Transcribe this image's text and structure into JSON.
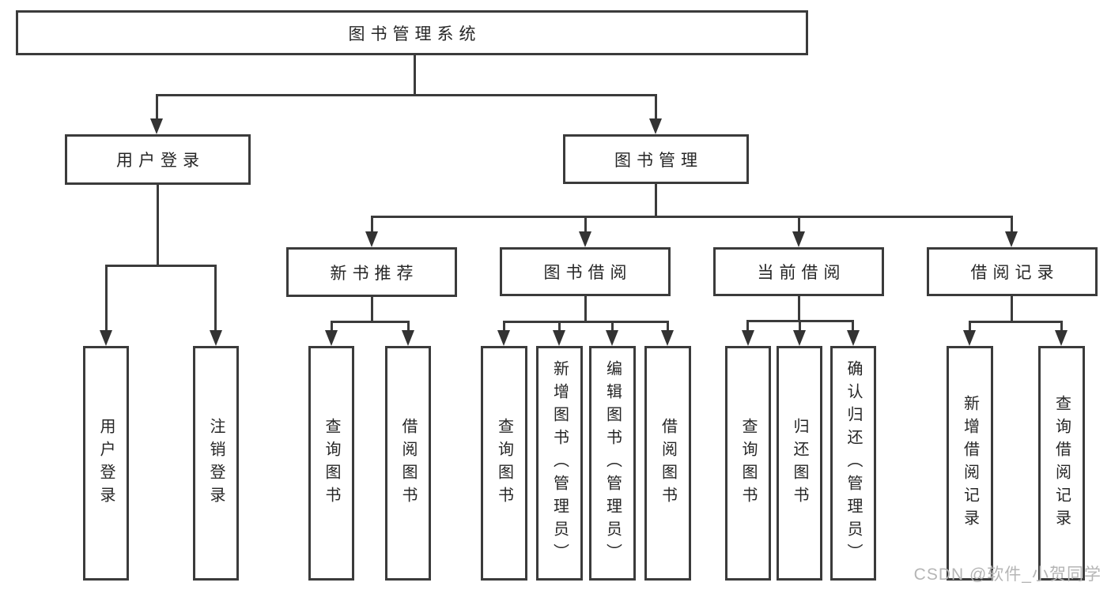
{
  "diagram": {
    "root": {
      "label": "图书管理系统"
    },
    "branches": {
      "user_login": {
        "label": "用户登录"
      },
      "book_mgmt": {
        "label": "图书管理"
      }
    },
    "sections": {
      "new_book": {
        "label": "新书推荐"
      },
      "borrowing": {
        "label": "图书借阅"
      },
      "current": {
        "label": "当前借阅"
      },
      "records": {
        "label": "借阅记录"
      }
    },
    "leaves": {
      "login": {
        "label": "用户登录"
      },
      "logout": {
        "label": "注销登录"
      },
      "nb_query": {
        "label": "查询图书"
      },
      "nb_borrow": {
        "label": "借阅图书"
      },
      "bw_query": {
        "label": "查询图书"
      },
      "bw_add": {
        "label": "新增图书（管理员）"
      },
      "bw_edit": {
        "label": "编辑图书（管理员）"
      },
      "bw_borrow": {
        "label": "借阅图书"
      },
      "cu_query": {
        "label": "查询图书"
      },
      "cu_return": {
        "label": "归还图书"
      },
      "cu_confirm": {
        "label": "确认归还（管理员）"
      },
      "re_add": {
        "label": "新增借阅记录"
      },
      "re_query": {
        "label": "查询借阅记录"
      }
    }
  },
  "watermark": "CSDN @软件_小贺同学",
  "colors": {
    "line": "#3b3b3b",
    "text": "#262626",
    "watermark": "#b5b5b5"
  }
}
